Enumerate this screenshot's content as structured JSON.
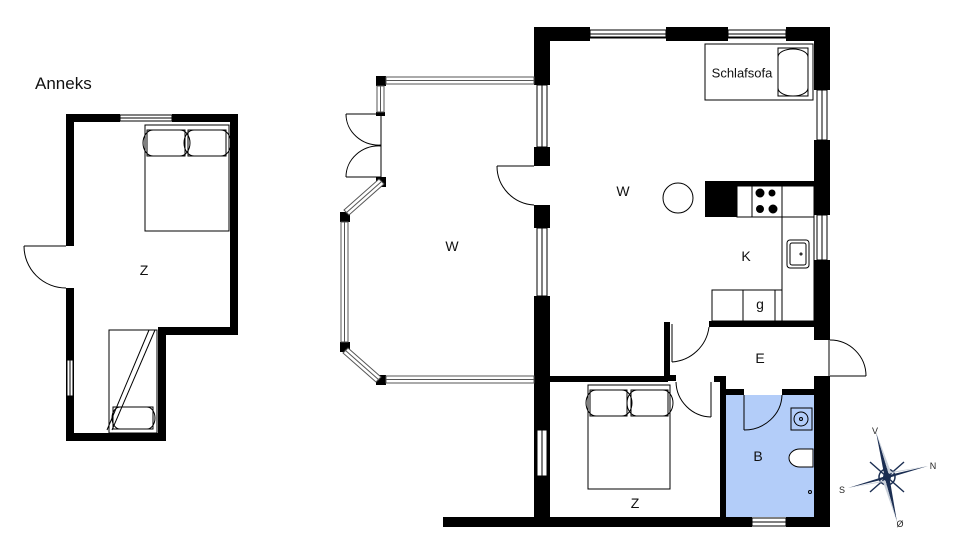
{
  "annex": {
    "title": "Anneks",
    "room_label": "Z"
  },
  "main": {
    "rooms": {
      "living_left": "W",
      "living_right": "W",
      "kitchen": "K",
      "entry": "E",
      "bath": "B",
      "bedroom": "Z",
      "cabinet": "g",
      "sofa": "Schlafsofa"
    }
  },
  "compass": {
    "north": "N",
    "south": "S",
    "west": "V",
    "east": "Ø"
  },
  "colors": {
    "wall": "#000000",
    "bath_fill": "#b3cdf9",
    "compass_dark": "#1b2e52"
  }
}
